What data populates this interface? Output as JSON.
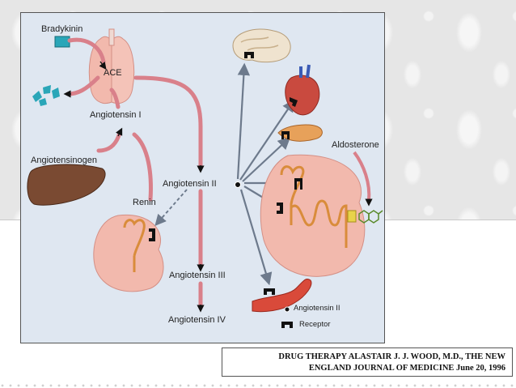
{
  "diagram": {
    "labels": {
      "bradykinin": "Bradykinin",
      "ace": "ACE",
      "angiotensin_i": "Angiotensin I",
      "angiotensinogen": "Angiotensinogen",
      "renin": "Renin",
      "angiotensin_ii": "Angiotensin II",
      "angiotensin_iii": "Angiotensin III",
      "angiotensin_iv": "Angiotensin IV",
      "aldosterone": "Aldosterone"
    },
    "legend": {
      "angiotensin_ii": "Angiotensin II",
      "receptor": "Receptor"
    },
    "colors": {
      "pathway_arrow": "#d9808a",
      "organ_pink": "#f2b9ad",
      "bradykinin_box": "#2aa6b8",
      "liver": "#7a4a32",
      "adrenal": "#e7a15a",
      "receptor": "#111111",
      "aldosterone_box": "#e8d34a"
    }
  },
  "citation": {
    "line1": "DRUG THERAPY ALASTAIR J. J. WOOD, M.D., THE NEW",
    "line2": "ENGLAND JOURNAL OF MEDICINE June 20, 1996"
  }
}
